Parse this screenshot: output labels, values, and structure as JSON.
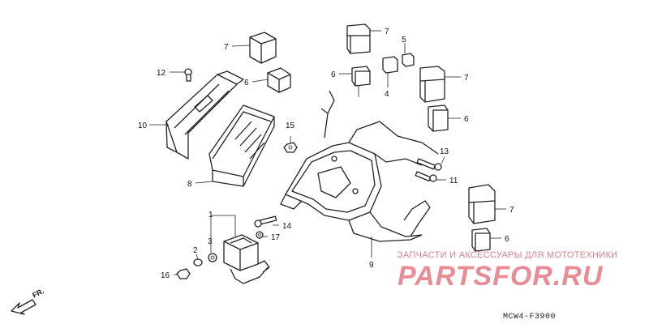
{
  "diagram": {
    "callouts": [
      {
        "id": "c7a",
        "text": "7"
      },
      {
        "id": "c12",
        "text": "12"
      },
      {
        "id": "c6a",
        "text": "6"
      },
      {
        "id": "c10",
        "text": "10"
      },
      {
        "id": "c8",
        "text": "8"
      },
      {
        "id": "c7b",
        "text": "7"
      },
      {
        "id": "c5",
        "text": "5"
      },
      {
        "id": "c6b",
        "text": "6"
      },
      {
        "id": "c4",
        "text": "4"
      },
      {
        "id": "c7c",
        "text": "7"
      },
      {
        "id": "c6c",
        "text": "6"
      },
      {
        "id": "c15",
        "text": "15"
      },
      {
        "id": "c13",
        "text": "13"
      },
      {
        "id": "c11",
        "text": "11"
      },
      {
        "id": "c7d",
        "text": "7"
      },
      {
        "id": "c6d",
        "text": "6"
      },
      {
        "id": "c1",
        "text": "1"
      },
      {
        "id": "c2",
        "text": "2"
      },
      {
        "id": "c3",
        "text": "3"
      },
      {
        "id": "c14",
        "text": "14"
      },
      {
        "id": "c17",
        "text": "17"
      },
      {
        "id": "c16",
        "text": "16"
      },
      {
        "id": "c9",
        "text": "9"
      }
    ],
    "front_arrow_label": "FR.",
    "diagram_code": "MCW4-F3900"
  },
  "watermark": {
    "subtitle": "ЗАПЧАСТИ И АКСЕССУАРЫ ДЛЯ МОТОТЕХНИКИ",
    "logo_text": "PARTSFOR.RU"
  }
}
